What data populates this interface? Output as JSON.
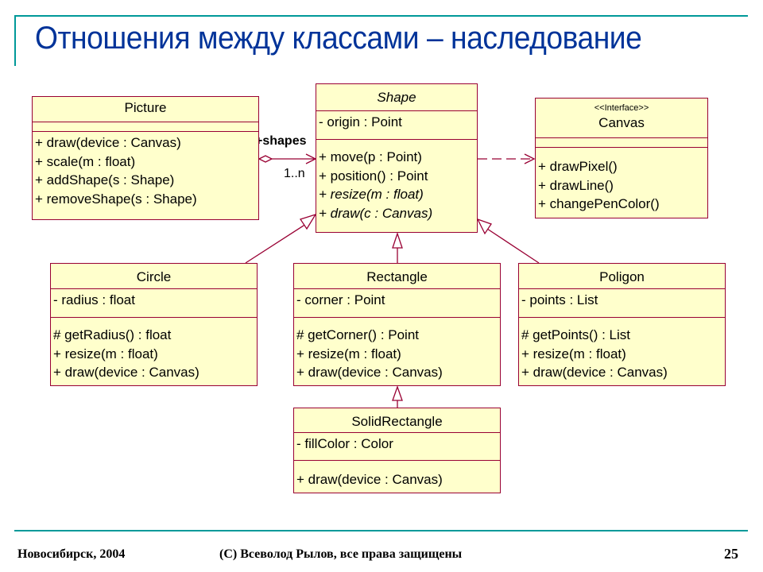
{
  "title": "Отношения между классами – наследование",
  "classes": {
    "picture": {
      "name": "Picture",
      "attributes": [],
      "operations": [
        "+ draw(device : Canvas)",
        "+ scale(m : float)",
        "+ addShape(s : Shape)",
        "+ removeShape(s : Shape)"
      ]
    },
    "shape": {
      "name": "Shape",
      "attributes": [
        "- origin : Point"
      ],
      "operations": [
        "+ move(p : Point)",
        "+ position() : Point",
        "+ resize(m : float)",
        "+ draw(c : Canvas)"
      ]
    },
    "canvas": {
      "stereotype": "<<Interface>>",
      "name": "Canvas",
      "attributes": [],
      "operations": [
        "+ drawPixel()",
        "+ drawLine()",
        "+ changePenColor()"
      ]
    },
    "circle": {
      "name": "Circle",
      "attributes": [
        "- radius : float"
      ],
      "operations": [
        "# getRadius() : float",
        "+ resize(m : float)",
        "+ draw(device : Canvas)"
      ]
    },
    "rectangle": {
      "name": "Rectangle",
      "attributes": [
        "- corner : Point"
      ],
      "operations": [
        "# getCorner() : Point",
        "+ resize(m : float)",
        "+ draw(device : Canvas)"
      ]
    },
    "poligon": {
      "name": "Poligon",
      "attributes": [
        "- points : List"
      ],
      "operations": [
        "# getPoints() : List",
        "+ resize(m : float)",
        "+ draw(device : Canvas)"
      ]
    },
    "solidrectangle": {
      "name": "SolidRectangle",
      "attributes": [
        "- fillColor : Color"
      ],
      "operations": [
        "+ draw(device : Canvas)"
      ]
    }
  },
  "association": {
    "role": "+shapes",
    "multiplicity": "1..n"
  },
  "footer": {
    "left": "Новосибирск, 2004",
    "center": "(C) Всеволод Рылов, все права защищены",
    "page": "25"
  },
  "colors": {
    "box_fill": "#ffffcc",
    "box_border": "#990033",
    "title": "#003399",
    "rule": "#009999"
  }
}
